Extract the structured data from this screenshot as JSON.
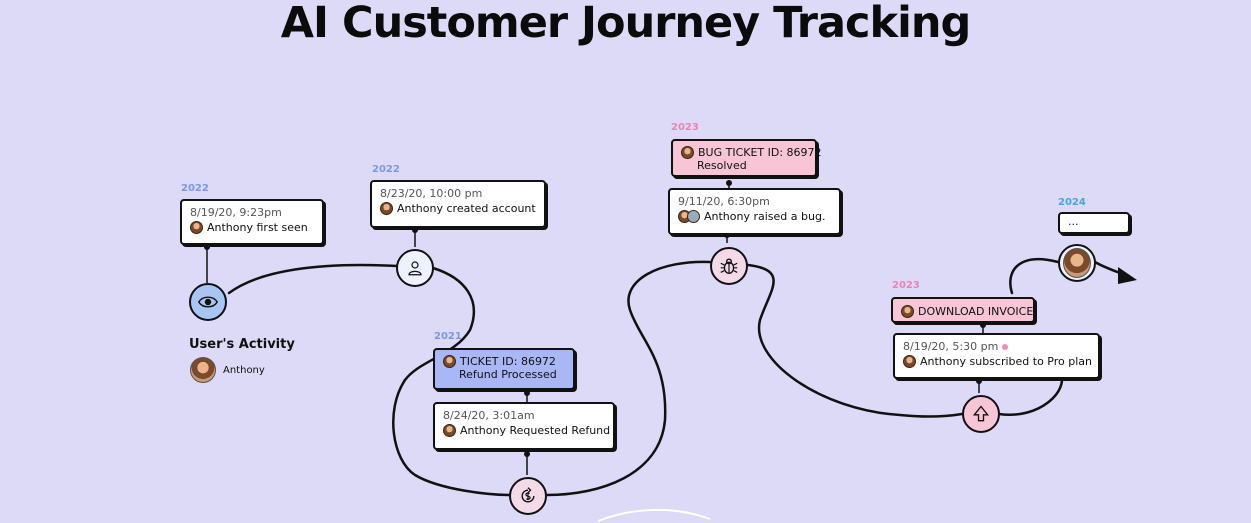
{
  "title": "AI Customer Journey Tracking",
  "activity": {
    "heading": "User's Activity",
    "user": "Anthony"
  },
  "events": [
    {
      "year": "2022",
      "date": "8/19/20, 9:23pm",
      "text": "Anthony first seen",
      "icon": "eye-icon"
    },
    {
      "year": "2022",
      "date": "8/23/20, 10:00 pm",
      "text": "Anthony created account",
      "icon": "user-icon"
    },
    {
      "year": "2021",
      "tag": "TICKET ID: 86972",
      "tag_sub": "Refund Processed",
      "date": "8/24/20, 3:01am",
      "text": "Anthony Requested Refund",
      "icon": "refund-icon"
    },
    {
      "year": "2023",
      "tag": "BUG TICKET ID: 86972",
      "tag_sub": "Resolved",
      "date": "9/11/20, 6:30pm",
      "text": "Anthony raised a bug.",
      "icon": "bug-icon"
    },
    {
      "year": "2023",
      "tag": "DOWNLOAD INVOICE",
      "date": "8/19/20,  5:30 pm",
      "text": "Anthony subscribed to Pro plan",
      "icon": "upgrade-icon"
    },
    {
      "year": "2024",
      "text": "...",
      "icon": "avatar"
    }
  ],
  "colors": {
    "background": "#dcdaf6",
    "pink": "#f7c5d5",
    "blue": "#a9b7f6",
    "line": "#111111"
  }
}
